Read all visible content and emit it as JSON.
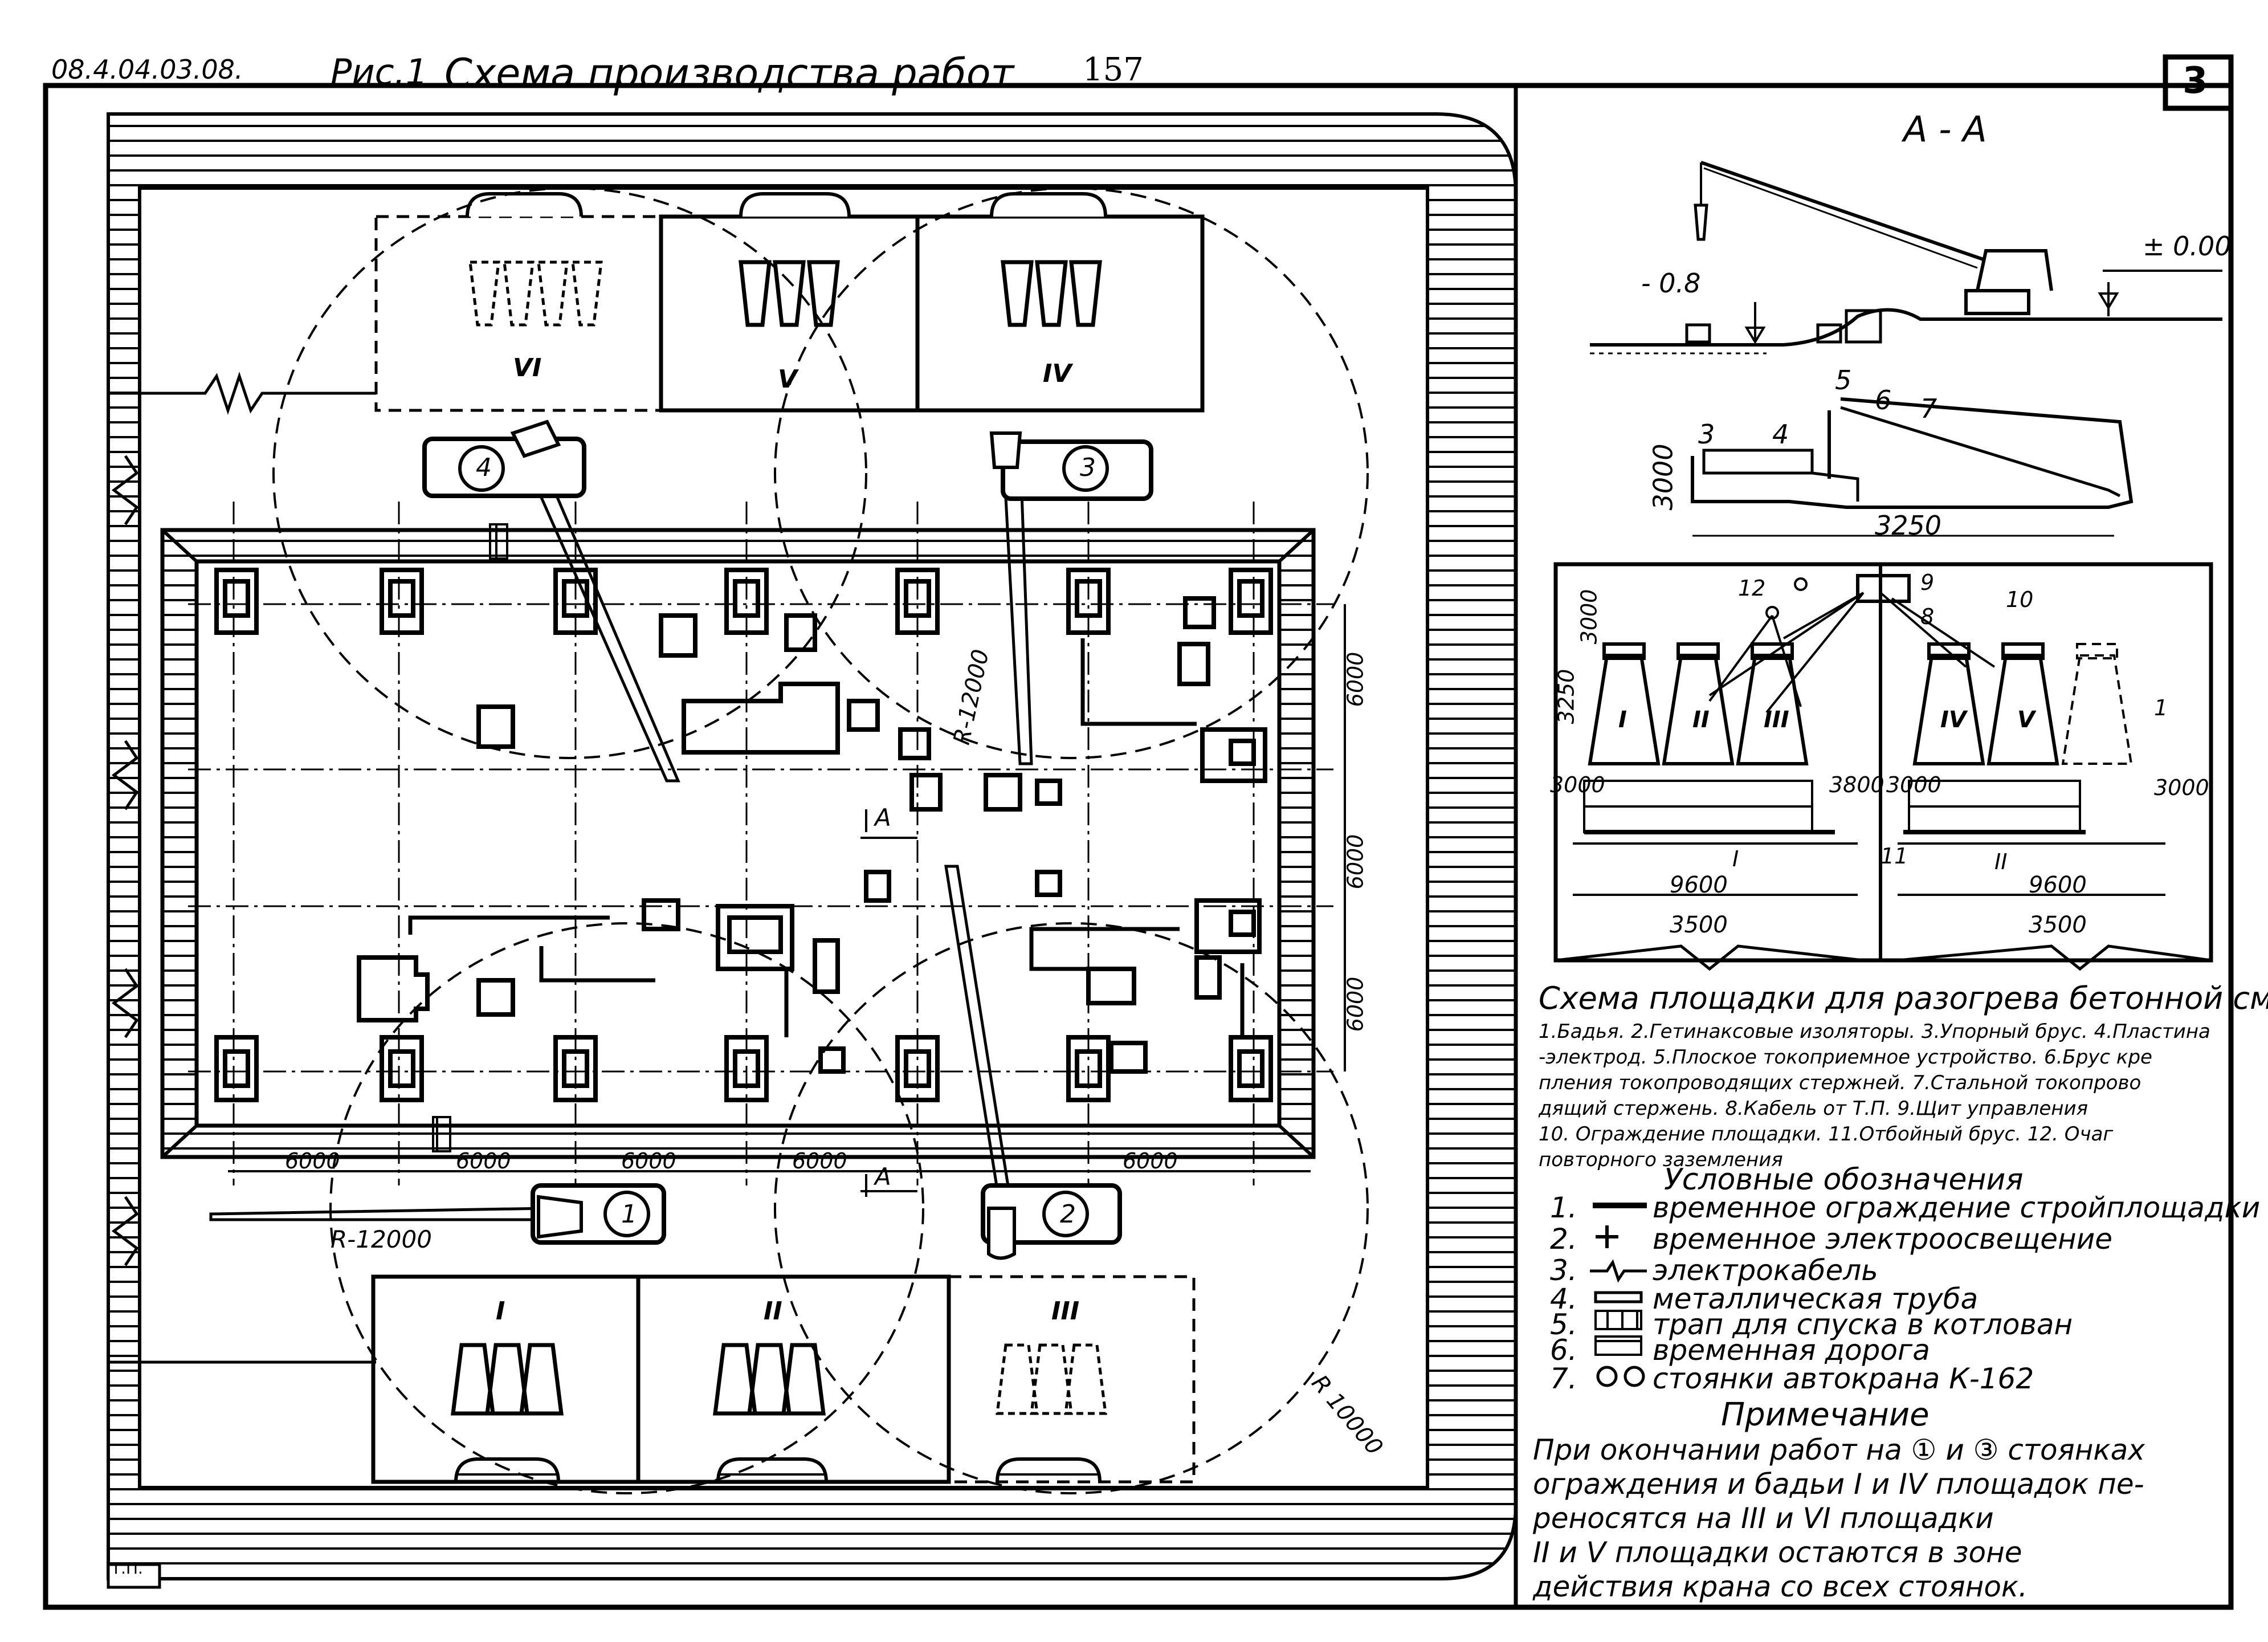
{
  "header": {
    "doc_code": "08.4.04.03.08.",
    "fig_label": "Рис.1",
    "title": "Схема производства работ",
    "page_number": "157",
    "sheet_number": "3"
  },
  "section_aa": {
    "title": "А - А",
    "level_top": "± 0.00",
    "level_pit": "- 0.8",
    "callouts": [
      "3",
      "4",
      "5",
      "6",
      "7"
    ],
    "dim_height": "3000",
    "dim_width": "3250"
  },
  "heating_site": {
    "dims": [
      "3000",
      "3250",
      "3000",
      "3800",
      "3000",
      "3000",
      "9600",
      "9600",
      "3500",
      "3500"
    ],
    "callouts": [
      "12",
      "9",
      "10",
      "8",
      "1",
      "11",
      "I",
      "II"
    ],
    "bucket_labels": [
      "I",
      "II",
      "III",
      "IV",
      "V"
    ],
    "caption_title": "Схема площадки для разогрева бетонной смеси",
    "caption_lines": [
      "1.Бадья. 2.Гетинаксовые изоляторы. 3.Упорный брус. 4.Пластина",
      "-электрод. 5.Плоское токоприемное устройство. 6.Брус кре",
      "пления токопроводящих стержней. 7.Стальной токопрово",
      "дящий стержень. 8.Кабель от Т.П. 9.Щит управления",
      "10. Ограждение площадки. 11.Отбойный брус. 12. Очаг",
      "повторного заземления"
    ]
  },
  "legend": {
    "title": "Условные обозначения",
    "items": [
      {
        "num": "1.",
        "text": "временное ограждение стройплощадки"
      },
      {
        "num": "2.",
        "text": "временное электроосвещение"
      },
      {
        "num": "3.",
        "text": "электрокабель"
      },
      {
        "num": "4.",
        "text": "металлическая труба"
      },
      {
        "num": "5.",
        "text": "трап для спуска в котлован"
      },
      {
        "num": "6.",
        "text": "временная дорога"
      },
      {
        "num": "7.",
        "text": "стоянки автокрана К-162"
      }
    ]
  },
  "note": {
    "title": "Примечание",
    "lines": [
      "При окончании работ на ① и ③ стоянках",
      "ограждения и бадьи I и IV площадок пе-",
      "реносятся на III и VI площадки",
      "II и V площадки остаются в зоне",
      "действия крана со всех стоянок."
    ]
  },
  "plan": {
    "radius_labels": [
      "R-12000",
      "R-12000",
      "R 10000"
    ],
    "dims_bottom": [
      "6000",
      "6000",
      "6000",
      "6000",
      "6000"
    ],
    "dims_right": [
      "6000",
      "6000",
      "6000"
    ],
    "site_labels_top": [
      "VI",
      "V",
      "IV"
    ],
    "site_labels_bottom": [
      "I",
      "II",
      "III"
    ],
    "crane_stops": [
      "1",
      "2",
      "3",
      "4"
    ],
    "section_mark": "А",
    "tp_label": "Т.П."
  }
}
